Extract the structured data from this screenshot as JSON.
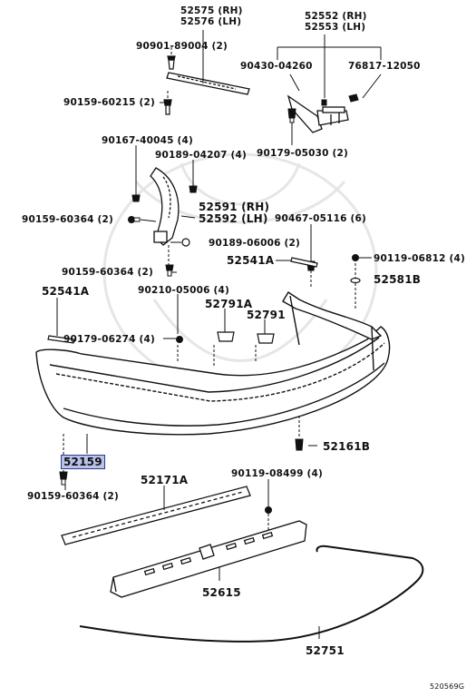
{
  "diagram_code": "520569G",
  "highlight_color": "#b9c3ea",
  "labels": {
    "l52575": "52575 (RH)",
    "l52576": "52576 (LH)",
    "l90901": "90901-89004 (2)",
    "l90159a": "90159-60215 (2)",
    "l52552": "52552 (RH)",
    "l52553": "52553 (LH)",
    "l90430": "90430-04260",
    "l76817": "76817-12050",
    "l90179a": "90179-05030 (2)",
    "l90167": "90167-40045 (4)",
    "l90189a": "90189-04207 (4)",
    "l52591": "52591 (RH)",
    "l52592": "52592 (LH)",
    "l90159b": "90159-60364 (2)",
    "l90467": "90467-05116 (6)",
    "l90189b": "90189-06006 (2)",
    "l52541a_r": "52541A",
    "l90119a": "90119-06812 (4)",
    "l52581b": "52581B",
    "l90159c": "90159-60364 (2)",
    "l52541a_l": "52541A",
    "l90210": "90210-05006 (4)",
    "l52791a": "52791A",
    "l52791": "52791",
    "l90179b": "90179-06274 (4)",
    "l52161b": "52161B",
    "l52159": "52159",
    "l52171a": "52171A",
    "l90119b": "90119-08499 (4)",
    "l90159d": "90159-60364 (2)",
    "l52615": "52615",
    "l52751": "52751"
  }
}
